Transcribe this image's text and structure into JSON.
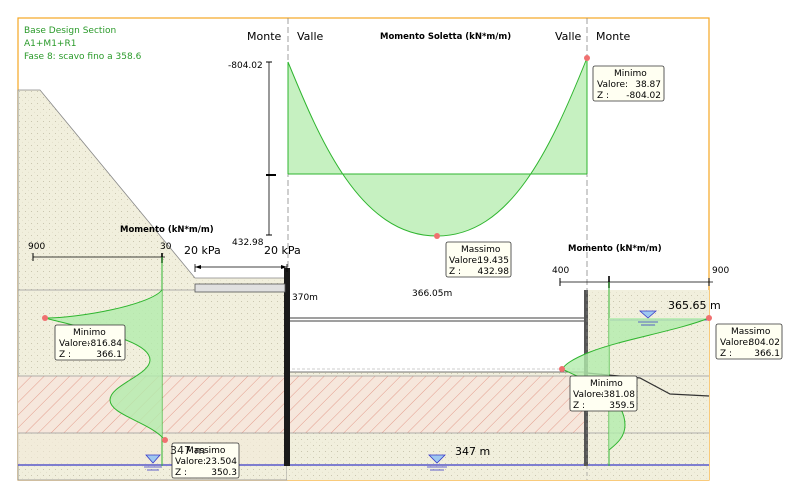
{
  "header": {
    "line1": "Base Design Section",
    "line2": "A1+M1+R1",
    "line3": "Fase 8: scavo fino a 358.6"
  },
  "colors": {
    "frame": "#f5a623",
    "soil": "#f1efdd",
    "hatch": "#e39c8c",
    "fill_green": "#b3ecac",
    "line_green": "#2fb52f",
    "water_line": "#3a3ac8",
    "point": "#f07070"
  },
  "slab": {
    "title": "Momento Soletta (kN*m/m)",
    "left_monte": "Monte",
    "left_valle": "Valle",
    "right_valle": "Valle",
    "right_monte": "Monte",
    "axis_top": "-804.02",
    "axis_bottom": "432.98",
    "min": {
      "title": "Minimo",
      "valore_label": "Valore:",
      "valore": "38.87",
      "z_label": "Z :",
      "z": "-804.02"
    },
    "max": {
      "title": "Massimo",
      "valore_label": "Valore:",
      "valore": "19.435",
      "z_label": "Z :",
      "z": "432.98"
    }
  },
  "left_wall": {
    "title": "Momento (kN*m/m)",
    "axis_left": "900",
    "axis_right": "30",
    "min": {
      "title": "Minimo",
      "valore_label": "Valore:",
      "valore": "-816.84",
      "z_label": "Z :",
      "z": "366.1"
    },
    "max": {
      "title": "Massimo",
      "valore_label": "Valore:",
      "valore": "23.504",
      "z_label": "Z :",
      "z": "350.3"
    },
    "level": "347 m"
  },
  "right_wall": {
    "title": "Momento (kN*m/m)",
    "axis_left": "400",
    "axis_right": "900",
    "water_level": "365.65 m",
    "max": {
      "title": "Massimo",
      "valore_label": "Valore:",
      "valore": "804.02",
      "z_label": "Z :",
      "z": "366.1"
    },
    "min": {
      "title": "Minimo",
      "valore_label": "Valore:",
      "valore": "-381.08",
      "z_label": "Z :",
      "z": "359.5"
    }
  },
  "loads": {
    "left": "20 kPa",
    "right": "20 kPa"
  },
  "elevations": {
    "wall_top": "370m",
    "slab": "366.05m",
    "base_water": "347 m"
  }
}
